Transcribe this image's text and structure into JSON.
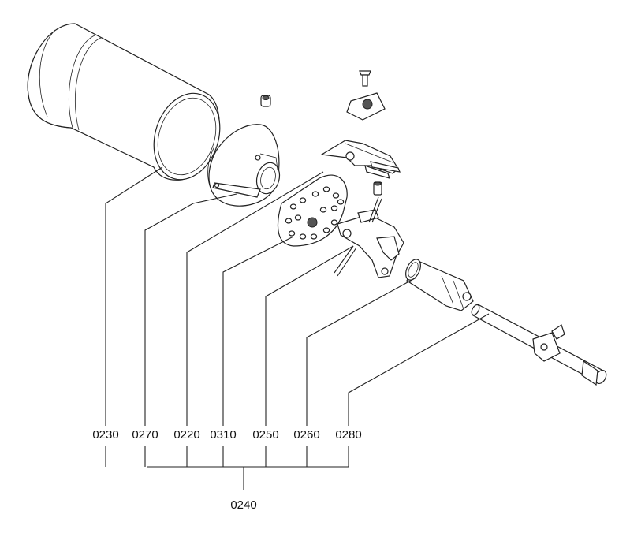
{
  "assembly": {
    "label": "0240"
  },
  "parts": [
    {
      "number": "0230"
    },
    {
      "number": "0270"
    },
    {
      "number": "0220"
    },
    {
      "number": "0310"
    },
    {
      "number": "0250"
    },
    {
      "number": "0260"
    },
    {
      "number": "0280"
    }
  ]
}
